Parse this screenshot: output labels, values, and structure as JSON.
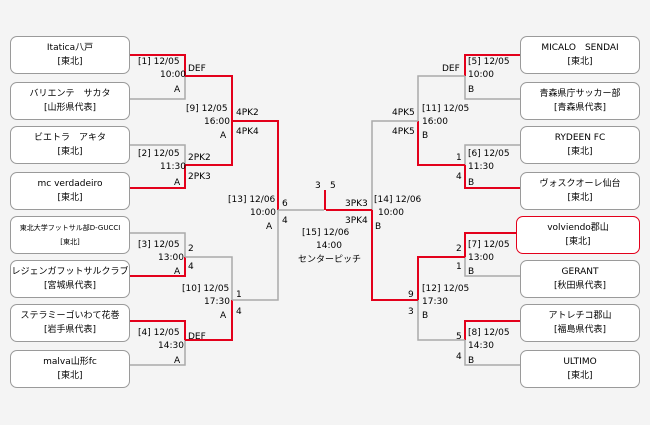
{
  "teams_left": [
    {
      "name": "Itatica八戸",
      "region": "[東北]"
    },
    {
      "name": "バリエンテ　サカタ",
      "region": "[山形県代表]"
    },
    {
      "name": "ビエトラ　アキタ",
      "region": "[東北]"
    },
    {
      "name": "mc verdadeiro",
      "region": "[東北]"
    },
    {
      "name": "東北大学フットサル部D-GUCCI",
      "region": "[東北]"
    },
    {
      "name": "レジェンガフットサルクラブ",
      "region": "[宮城県代表]"
    },
    {
      "name": "ステラミーゴいわて花巻",
      "region": "[岩手県代表]"
    },
    {
      "name": "malva山形fc",
      "region": "[東北]"
    }
  ],
  "teams_right": [
    {
      "name": "MICALO　SENDAI",
      "region": "[東北]"
    },
    {
      "name": "青森県庁サッカー部",
      "region": "[青森県代表]"
    },
    {
      "name": "RYDEEN FC",
      "region": "[東北]"
    },
    {
      "name": "ヴォスクオーレ仙台",
      "region": "[東北]"
    },
    {
      "name": "volviendo郡山",
      "region": "[東北]"
    },
    {
      "name": "GERANT",
      "region": "[秋田県代表]"
    },
    {
      "name": "アトレチコ郡山",
      "region": "[福島県代表]"
    },
    {
      "name": "ULTIMO",
      "region": "[東北]"
    }
  ],
  "matches": {
    "m1": {
      "no": "[1] 12/05",
      "time": "10:00",
      "court": "A"
    },
    "m2": {
      "no": "[2] 12/05",
      "time": "11:30",
      "court": "A"
    },
    "m3": {
      "no": "[3] 12/05",
      "time": "13:00",
      "court": "A"
    },
    "m4": {
      "no": "[4] 12/05",
      "time": "14:30",
      "court": "A"
    },
    "m5": {
      "no": "[5] 12/05",
      "time": "10:00",
      "court": "B"
    },
    "m6": {
      "no": "[6] 12/05",
      "time": "11:30",
      "court": "B"
    },
    "m7": {
      "no": "[7] 12/05",
      "time": "13:00",
      "court": "B"
    },
    "m8": {
      "no": "[8] 12/05",
      "time": "14:30",
      "court": "B"
    },
    "m9": {
      "no": "[9] 12/05",
      "time": "16:00",
      "court": "A"
    },
    "m10": {
      "no": "[10] 12/05",
      "time": "17:30",
      "court": "A"
    },
    "m11": {
      "no": "[11] 12/05",
      "time": "16:00",
      "court": "B"
    },
    "m12": {
      "no": "[12] 12/05",
      "time": "17:30",
      "court": "B"
    },
    "m13": {
      "no": "[13] 12/06",
      "time": "10:00",
      "court": "A"
    },
    "m14": {
      "no": "[14] 12/06",
      "time": "10:00",
      "court": "B"
    },
    "m15": {
      "no": "[15] 12/06",
      "time": "14:00",
      "court": "センターピッチ"
    }
  },
  "scores": {
    "s1a": "DEF",
    "s2a": "2PK2",
    "s2b": "2PK3",
    "s3a": "2",
    "s3b": "4",
    "s4a": "DEF",
    "s5a": "DEF",
    "s6a": "1",
    "s6b": "4",
    "s7a": "2",
    "s7b": "1",
    "s8a": "5",
    "s8b": "4",
    "s9a": "4PK2",
    "s9b": "4PK4",
    "s10a": "1",
    "s10b": "4",
    "s11a": "4PK5",
    "s11b": "4PK5",
    "s12a": "9",
    "s12b": "3",
    "s13a": "6",
    "s13b": "4",
    "s14a": "3PK3",
    "s14b": "3PK4",
    "s15a": "3",
    "s15b": "5"
  }
}
